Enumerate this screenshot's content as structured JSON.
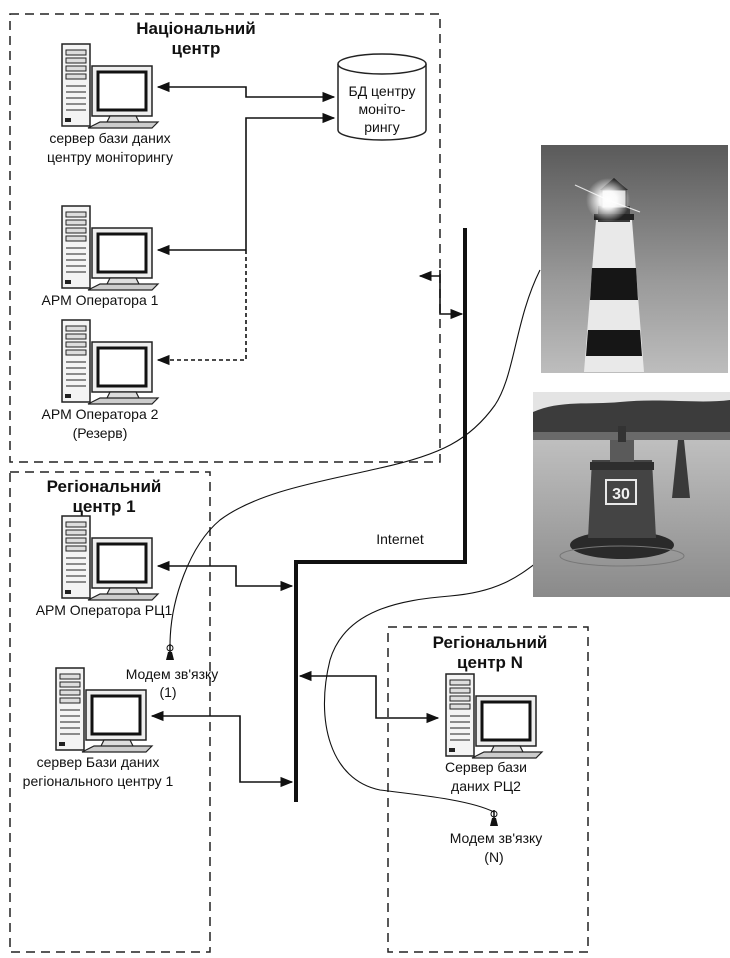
{
  "national_center": {
    "title_line1": "Національний",
    "title_line2": "центр",
    "db_server_label_line1": "сервер бази даних",
    "db_server_label_line2": "центру моніторингу",
    "database_label_line1": "БД центру",
    "database_label_line2": "моніто-",
    "database_label_line3": "рингу",
    "operator1_label": "АРМ Оператора 1",
    "operator2_label_line1": "АРМ Оператора 2",
    "operator2_label_line2": "(Резерв)"
  },
  "regional_center_1": {
    "title_line1": "Регіональний",
    "title_line2": "центр 1",
    "operator_label": "АРМ Оператора РЦ1",
    "modem_label_line1": "Модем зв'язку",
    "modem_label_line2": "(1)",
    "db_server_label_line1": "сервер Бази даних",
    "db_server_label_line2": "регіонального центру 1"
  },
  "regional_center_n": {
    "title_line1": "Регіональний",
    "title_line2": "центр N",
    "db_server_label_line1": "Сервер бази",
    "db_server_label_line2": "даних РЦ2",
    "modem_label_line1": "Модем зв'язку",
    "modem_label_line2": "(N)"
  },
  "network": {
    "internet_label": "Internet"
  },
  "photos": {
    "lighthouse_icon": "lighthouse-photo",
    "buoy_icon": "buoy-photo",
    "buoy_number": "30"
  }
}
